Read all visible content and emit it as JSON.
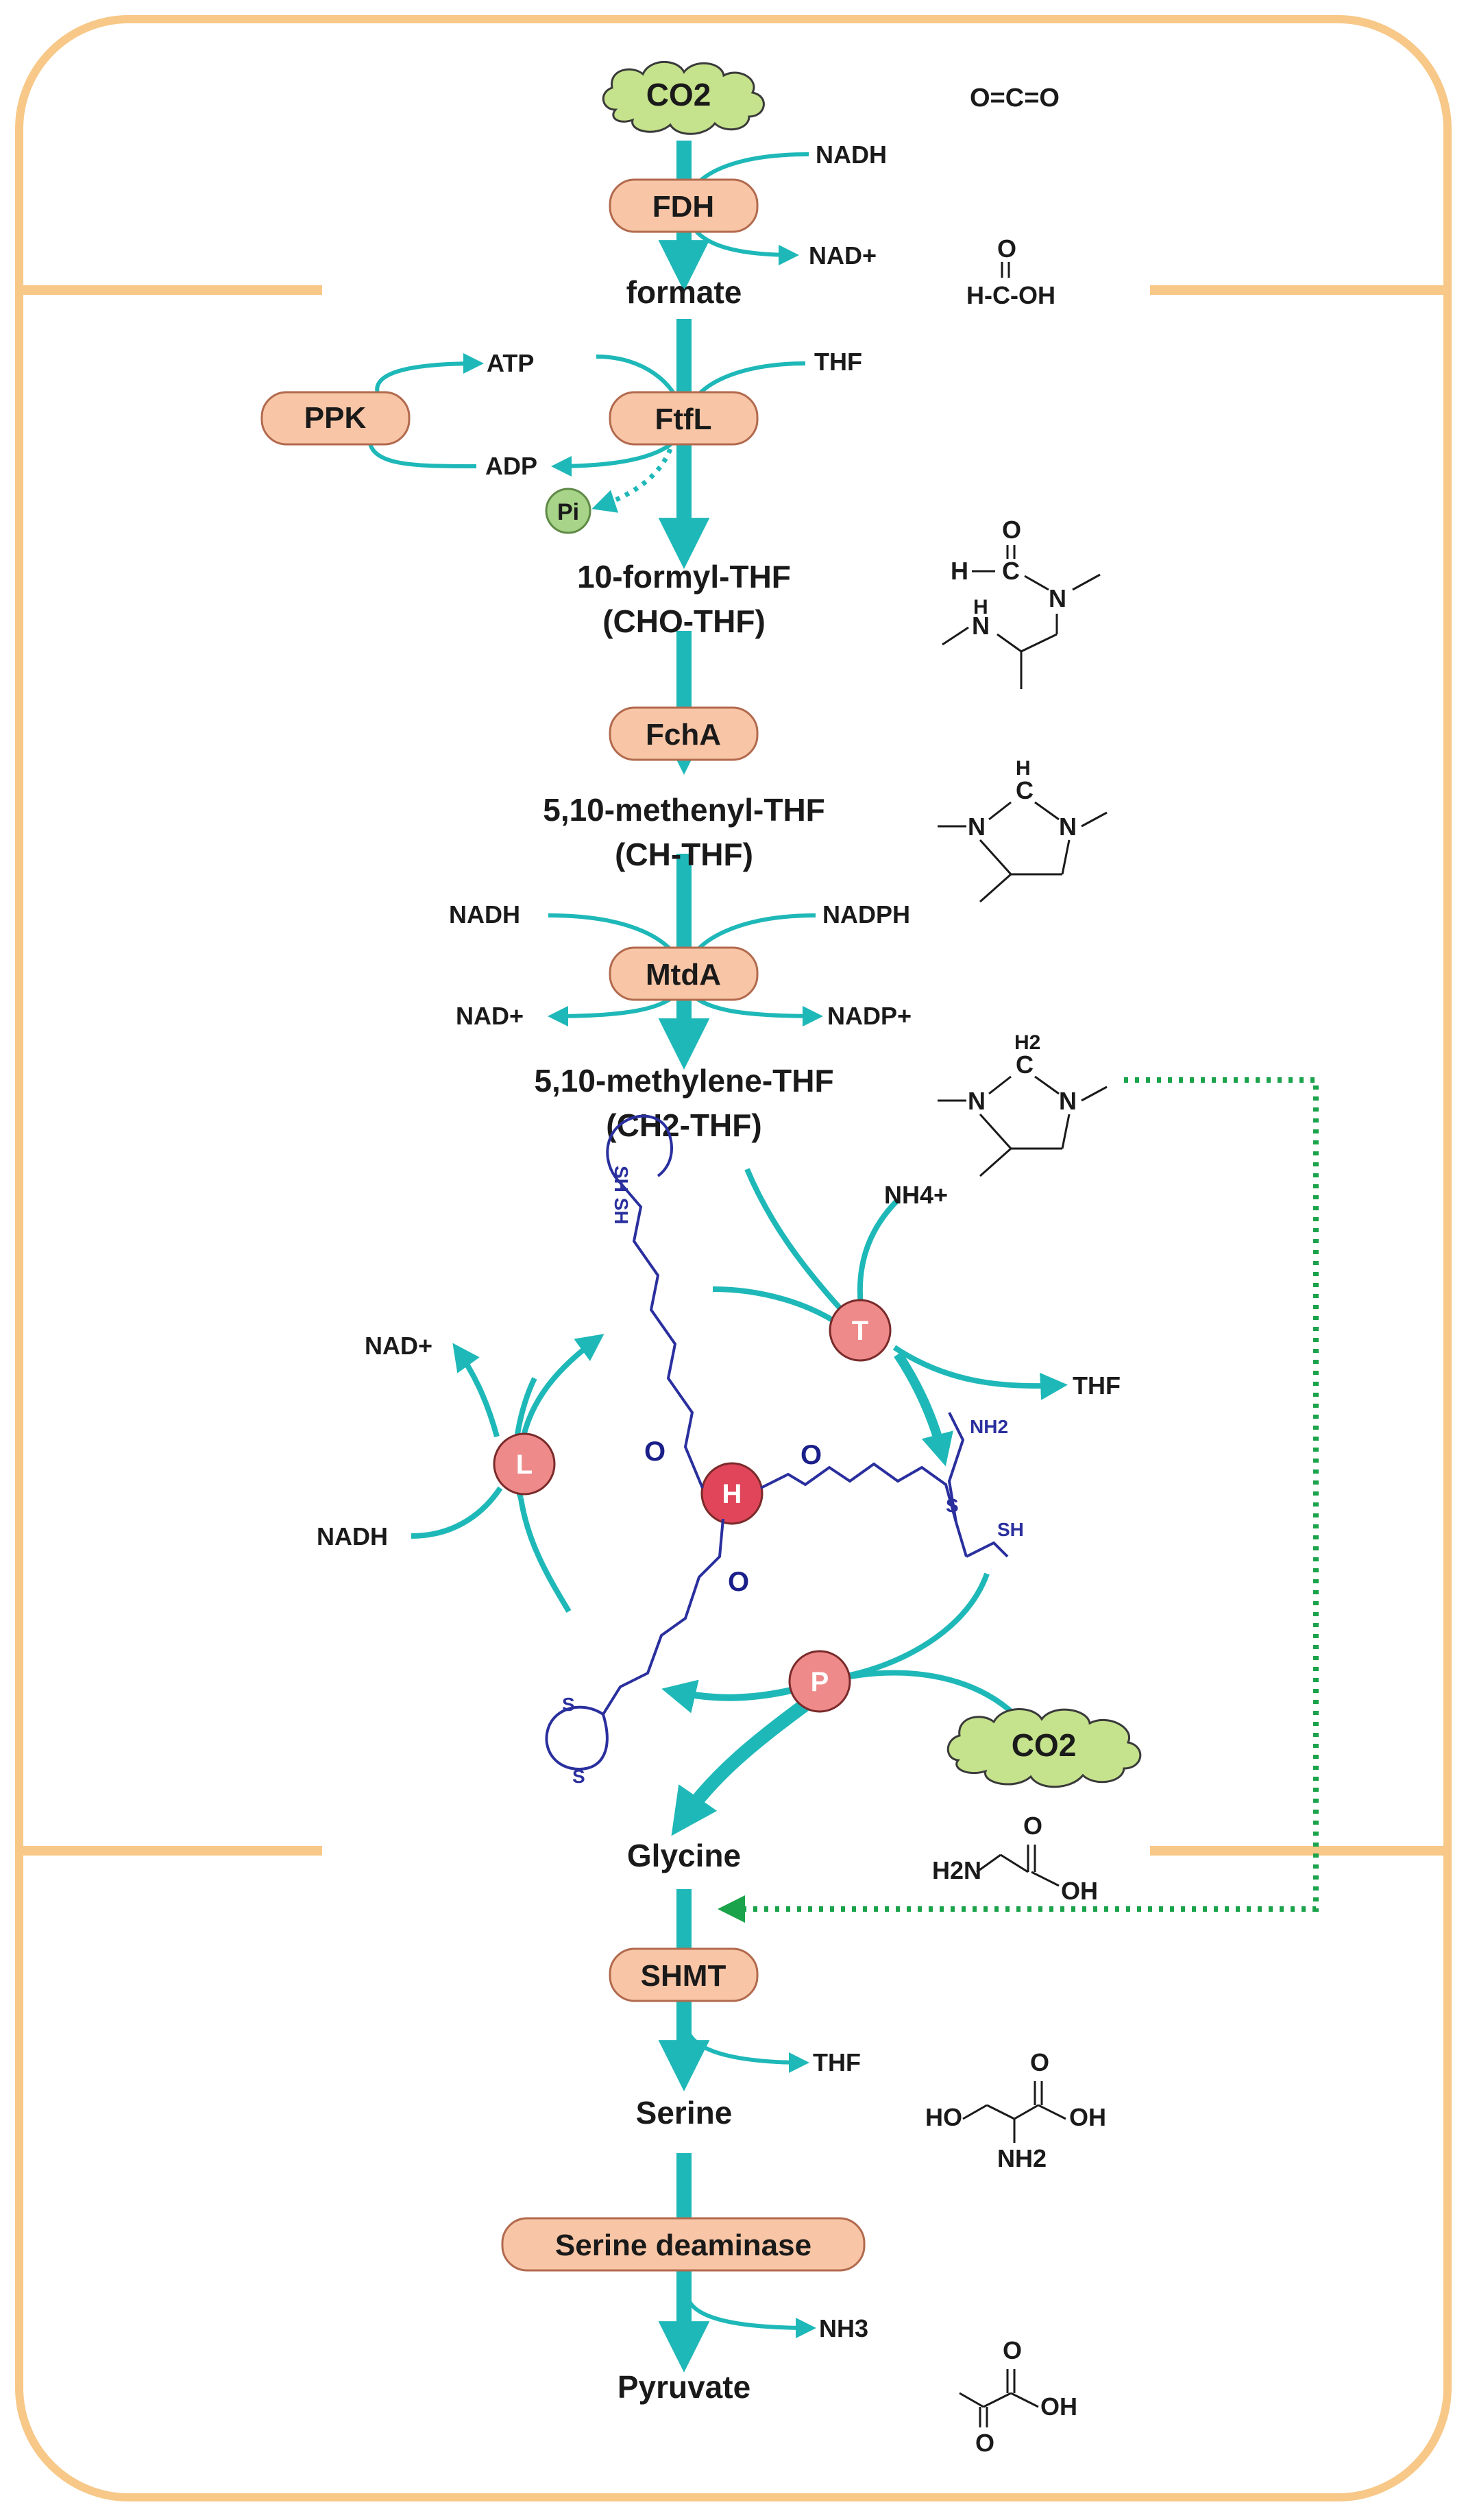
{
  "colors": {
    "border": "#F7C887",
    "flux": "#1FB8B8",
    "enzyme_fill": "#F8C6A6",
    "enzyme_stroke": "#B26A4E",
    "cloud_fill": "#C5E28C",
    "pi_fill": "#A8D48A",
    "gcs_fill": "#EE8A8A",
    "h_fill": "#E0455A",
    "lipoyl": "#2A2F9E",
    "recycle": "#1AA34A"
  },
  "inputs": {
    "co2_top": "CO2",
    "co2_p": "CO2"
  },
  "enzymes": {
    "fdh": "FDH",
    "ftfl": "FtfL",
    "ppk": "PPK",
    "fcha": "FchA",
    "mtda": "MtdA",
    "shmt": "SHMT",
    "serine_deaminase": "Serine deaminase"
  },
  "metabolites": {
    "formate": "formate",
    "formyl_thf_line1": "10-formyl-THF",
    "formyl_thf_line2": "(CHO-THF)",
    "methenyl_thf_line1": "5,10-methenyl-THF",
    "methenyl_thf_line2": "(CH-THF)",
    "methylene_thf_line1": "5,10-methylene-THF",
    "methylene_thf_line2": "(CH2-THF)",
    "glycine": "Glycine",
    "serine": "Serine",
    "pyruvate": "Pyruvate"
  },
  "cofactors": {
    "fdh_in": "NADH",
    "fdh_out": "NAD+",
    "ftfl_thf": "THF",
    "atp": "ATP",
    "adp": "ADP",
    "pi": "Pi",
    "mtda_nadh": "NADH",
    "mtda_nadph": "NADPH",
    "mtda_nad": "NAD+",
    "mtda_nadp": "NADP+",
    "nh4": "NH4+",
    "t_thf": "THF",
    "l_nad": "NAD+",
    "l_nadh": "NADH",
    "shmt_thf": "THF",
    "nh3": "NH3"
  },
  "gcs": {
    "t": "T",
    "l": "L",
    "h": "H",
    "p": "P"
  },
  "structures": {
    "co2": "O=C=O",
    "formic_o": "O",
    "formic_body": "H-C-OH",
    "glycine_h2n": "H2N",
    "glycine_oh": "OH",
    "glycine_o": "O",
    "serine_ho": "HO",
    "serine_oh": "OH",
    "serine_o": "O",
    "serine_nh2": "NH2",
    "pyruvate_oh": "OH",
    "pyruvate_o1": "O",
    "pyruvate_o2": "O",
    "cho_h": "H",
    "cho_c": "C",
    "cho_o": "O",
    "cho_n": "N",
    "cho_hn_h": "H",
    "cho_hn_n": "N",
    "ch_n1": "N",
    "ch_c": "C",
    "ch_h": "H",
    "ch_n2": "N",
    "ch2_n1": "N",
    "ch2_c": "C",
    "ch2_h2": "H2",
    "ch2_n2": "N"
  },
  "lipoyl": {
    "sh_sh": "SH SH",
    "nh2": "NH2",
    "s": "S",
    "sh": "SH",
    "ss_left": "S",
    "ss_right": "S",
    "o_left": "O",
    "o_right": "O",
    "o_bottom": "O"
  }
}
